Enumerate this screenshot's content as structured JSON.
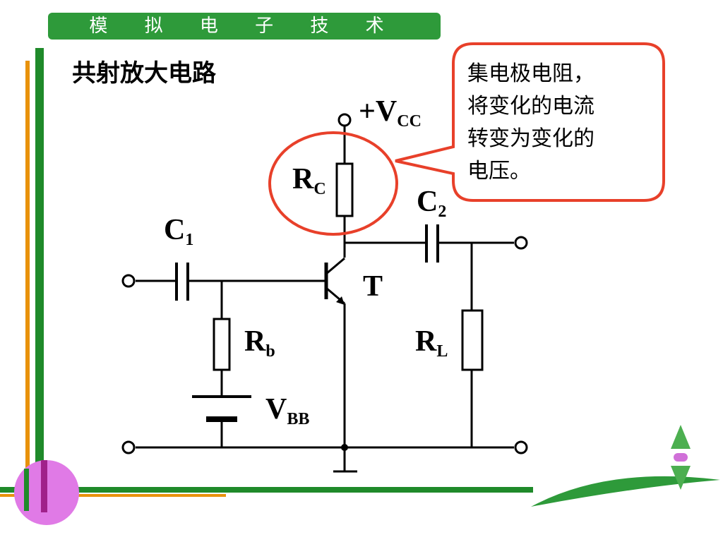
{
  "header": {
    "title": "模 拟 电 子 技 术"
  },
  "page_title": "共射放大电路",
  "callout": {
    "text": "集电极电阻，\n将变化的电流\n转变为变化的\n电压。"
  },
  "circuit": {
    "vcc": {
      "prefix": "+V",
      "sub": "CC"
    },
    "rc": {
      "main": "R",
      "sub": "C"
    },
    "c1": {
      "main": "C",
      "sub": "1"
    },
    "c2": {
      "main": "C",
      "sub": "2"
    },
    "transistor": "T",
    "rb": {
      "main": "R",
      "sub": "b"
    },
    "vbb": {
      "main": "V",
      "sub": "BB"
    },
    "rl": {
      "main": "R",
      "sub": "L"
    }
  },
  "colors": {
    "header_green": "#2e9a3a",
    "frame_green": "#1f8a2a",
    "frame_orange": "#e8920c",
    "callout_red": "#e8402a",
    "bullet_pink": "#e07ae6"
  }
}
